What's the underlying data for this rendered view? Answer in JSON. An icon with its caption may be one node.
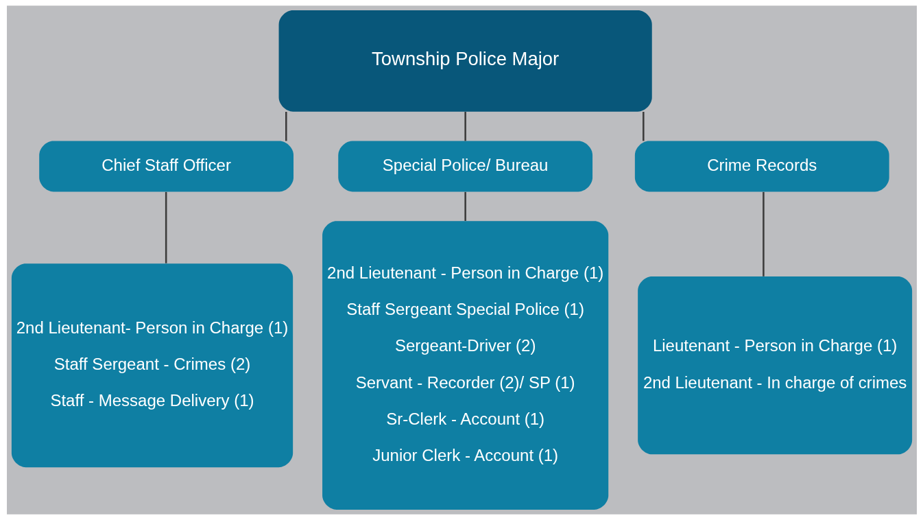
{
  "diagram": {
    "nodes": [
      {
        "text": [
          "Township Police Major"
        ]
      },
      {
        "text": [
          "Chief Staff Officer"
        ]
      },
      {
        "text": [
          "Special Police/ Bureau"
        ]
      },
      {
        "text": [
          "Crime Records"
        ]
      },
      {
        "text": [
          "2nd Lieutenant- Person in Charge (1)",
          "Staff Sergeant - Crimes (2)",
          "Staff - Message Delivery (1)"
        ]
      },
      {
        "text": [
          "2nd Lieutenant - Person in Charge (1)",
          "Staff Sergeant Special Police (1)",
          "Sergeant-Driver (2)",
          "Servant - Recorder (2)/ SP (1)",
          "Sr-Clerk - Account (1)",
          "Junior Clerk - Account (1)"
        ]
      },
      {
        "text": [
          "Lieutenant - Person in Charge (1)",
          "2nd Lieutenant - In charge of crimes"
        ]
      }
    ],
    "edges": [
      {
        "from": 0,
        "to": 1,
        "arrow": "none"
      },
      {
        "from": 0,
        "to": 2,
        "arrow": "none"
      },
      {
        "from": 0,
        "to": 3,
        "arrow": "none"
      },
      {
        "from": 1,
        "to": 4,
        "arrow": "none"
      },
      {
        "from": 2,
        "to": 5,
        "arrow": "none"
      },
      {
        "from": 3,
        "to": 6,
        "arrow": "none"
      }
    ]
  }
}
